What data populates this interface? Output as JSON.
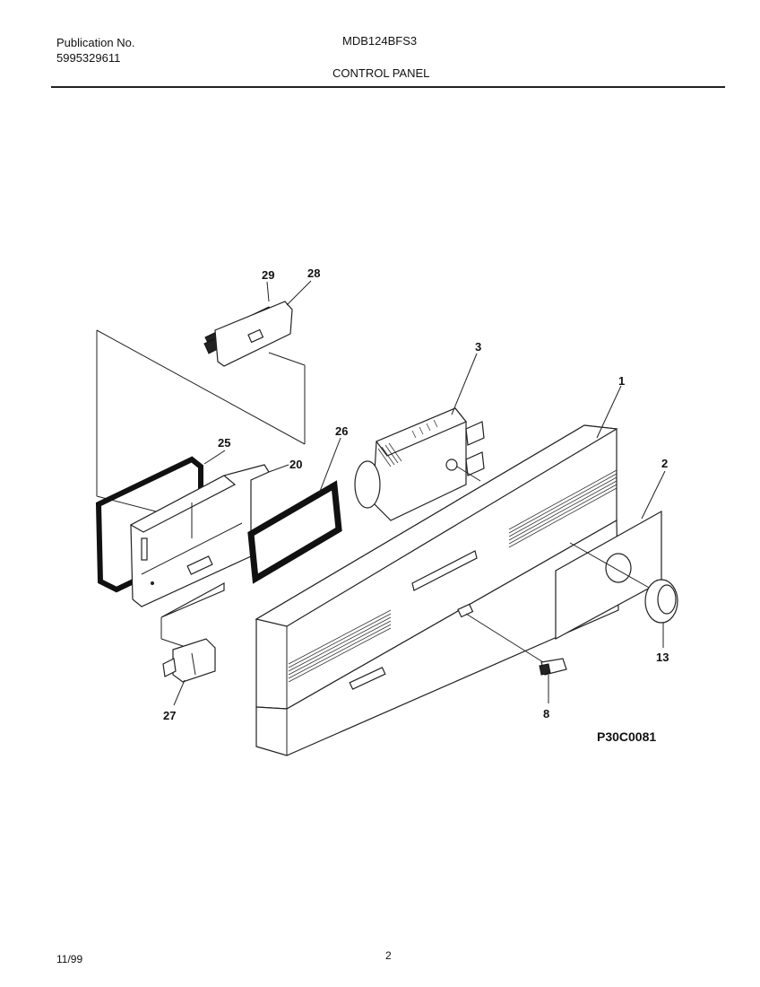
{
  "header": {
    "publication_label": "Publication No.",
    "publication_number": "5995329611",
    "model": "MDB124BFS3",
    "section_title": "CONTROL PANEL"
  },
  "diagram": {
    "callouts": {
      "c29": "29",
      "c28": "28",
      "c3": "3",
      "c1": "1",
      "c25": "25",
      "c26": "26",
      "c20": "20",
      "c2": "2",
      "c13": "13",
      "c27": "27",
      "c8": "8"
    },
    "drawing_code": "P30C0081"
  },
  "footer": {
    "date": "11/99",
    "page_number": "2"
  }
}
